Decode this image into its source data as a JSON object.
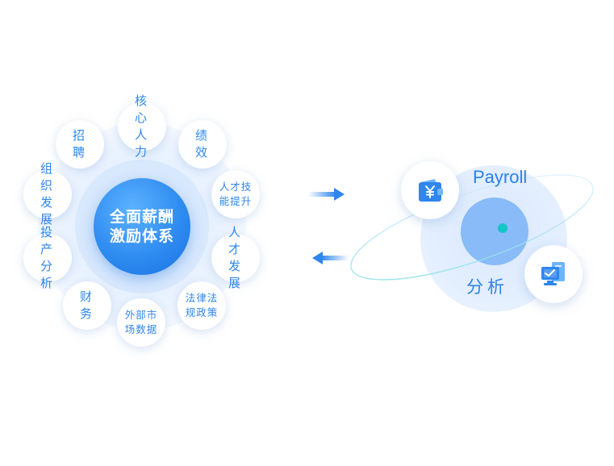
{
  "center": {
    "title": "全面薪酬激励体系"
  },
  "nodes": [
    {
      "id": "core-talent",
      "label": "核心人力"
    },
    {
      "id": "performance",
      "label": "绩效"
    },
    {
      "id": "talent-skills",
      "label": "人才技能提升"
    },
    {
      "id": "talent-development",
      "label": "人才发展"
    },
    {
      "id": "legal-policy",
      "label": "法律法规政策"
    },
    {
      "id": "external-market",
      "label": "外部市场数据"
    },
    {
      "id": "finance",
      "label": "财务"
    },
    {
      "id": "investment-analysis",
      "label": "投产分析"
    },
    {
      "id": "org-development",
      "label": "组织发展"
    },
    {
      "id": "recruitment",
      "label": "招聘"
    }
  ],
  "analysis": {
    "title": "Payroll",
    "subtitle": "分析",
    "icons": [
      "wallet-yuan-icon",
      "computer-report-icon"
    ]
  },
  "colors": {
    "accent": "#2e86ee",
    "core_gradient_start": "#5db2ff",
    "core_gradient_end": "#1a72e2",
    "orbit_dot": "#14c6c6"
  }
}
